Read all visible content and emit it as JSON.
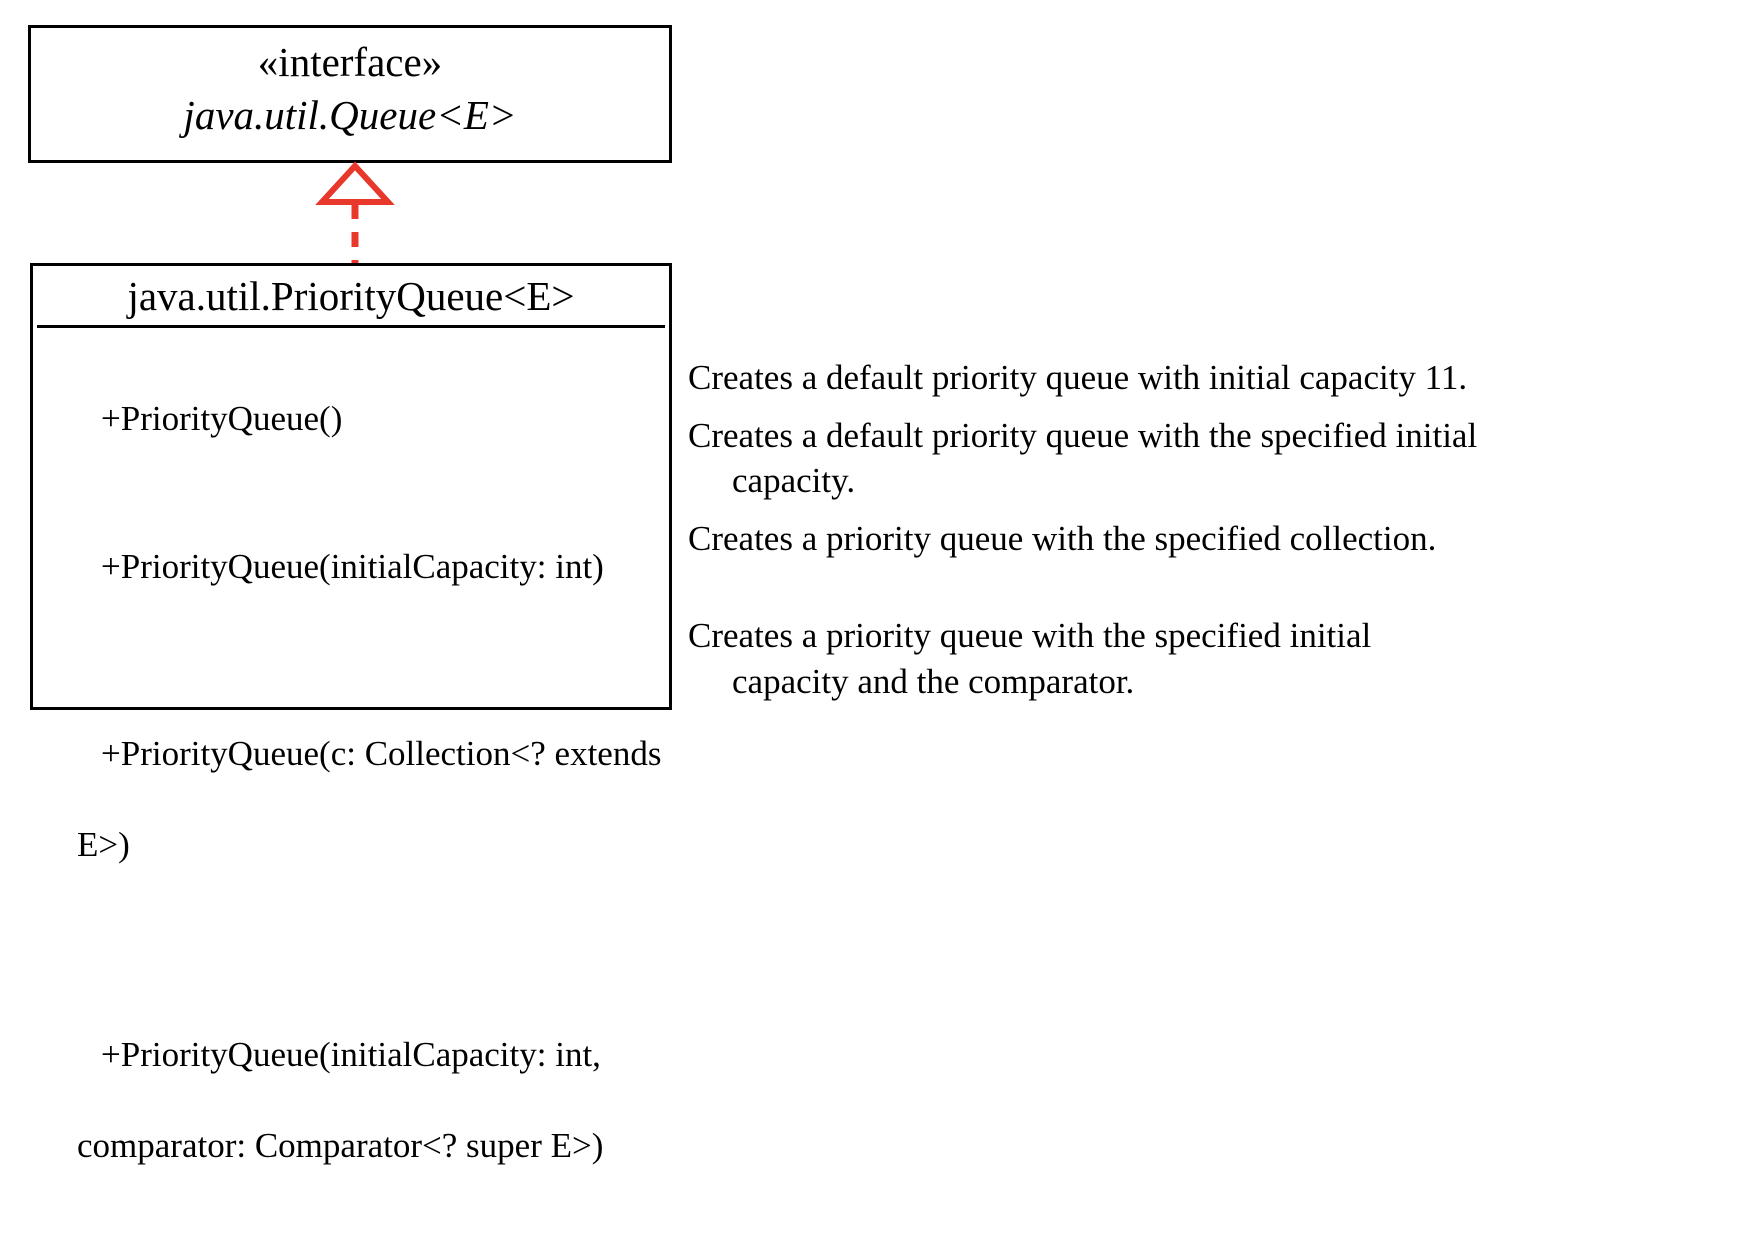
{
  "diagram": {
    "type": "uml-class-diagram",
    "title": "java.util.PriorityQueue UML class diagram",
    "colors": {
      "background": "#ffffff",
      "line": "#000000",
      "text": "#000000",
      "relationship_arrow": "#e8372b"
    }
  },
  "interface_box": {
    "stereotype": "«interface»",
    "name": "java.util.Queue<E>",
    "name_style": "italic"
  },
  "relationship": {
    "kind": "realization",
    "notation": "dashed line with hollow triangle arrowhead",
    "color": "#e8372b",
    "from": "java.util.PriorityQueue<E>",
    "to": "java.util.Queue<E>"
  },
  "class_box": {
    "name": "java.util.PriorityQueue<E>",
    "members": [
      {
        "signature_lines": [
          "+PriorityQueue()"
        ],
        "description_lines": [
          "Creates a default priority queue with initial capacity 11."
        ]
      },
      {
        "signature_lines": [
          "+PriorityQueue(initialCapacity: int)"
        ],
        "description_lines": [
          "Creates a default priority queue with the specified initial",
          "capacity."
        ]
      },
      {
        "signature_lines": [
          "+PriorityQueue(c: Collection<? extends",
          "E>)"
        ],
        "description_lines": [
          "Creates a priority queue with the specified collection."
        ]
      },
      {
        "signature_lines": [
          "+PriorityQueue(initialCapacity: int,",
          "comparator: Comparator<? super E>)"
        ],
        "description_lines": [
          "Creates a priority queue with the specified initial",
          "capacity and the comparator."
        ]
      }
    ]
  }
}
